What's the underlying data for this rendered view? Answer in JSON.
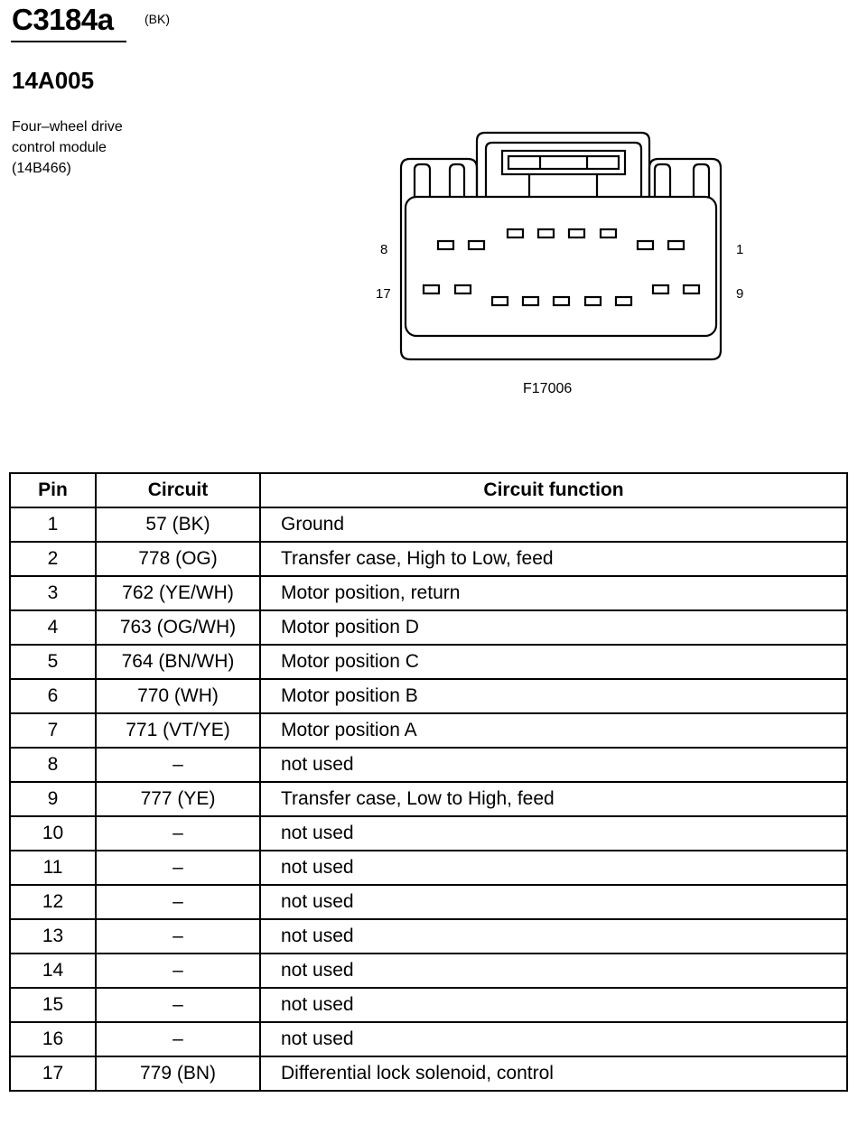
{
  "header": {
    "connector_id": "C3184a",
    "color": "(BK)",
    "part_number": "14A005",
    "description_lines": [
      "Four–wheel drive",
      "control module",
      "(14B466)"
    ]
  },
  "figure": {
    "code": "F17006",
    "pin_labels": {
      "top_left": "8",
      "top_right": "1",
      "bottom_left": "17",
      "bottom_right": "9"
    }
  },
  "table": {
    "headers": [
      "Pin",
      "Circuit",
      "Circuit function"
    ],
    "rows": [
      {
        "pin": "1",
        "circuit": "57 (BK)",
        "function": "Ground"
      },
      {
        "pin": "2",
        "circuit": "778 (OG)",
        "function": "Transfer case, High to Low, feed"
      },
      {
        "pin": "3",
        "circuit": "762 (YE/WH)",
        "function": "Motor position, return"
      },
      {
        "pin": "4",
        "circuit": "763 (OG/WH)",
        "function": "Motor position D"
      },
      {
        "pin": "5",
        "circuit": "764 (BN/WH)",
        "function": "Motor position C"
      },
      {
        "pin": "6",
        "circuit": "770 (WH)",
        "function": "Motor position B"
      },
      {
        "pin": "7",
        "circuit": "771 (VT/YE)",
        "function": "Motor position A"
      },
      {
        "pin": "8",
        "circuit": "–",
        "function": "not used"
      },
      {
        "pin": "9",
        "circuit": "777 (YE)",
        "function": "Transfer case, Low to High, feed"
      },
      {
        "pin": "10",
        "circuit": "–",
        "function": "not used"
      },
      {
        "pin": "11",
        "circuit": "–",
        "function": "not used"
      },
      {
        "pin": "12",
        "circuit": "–",
        "function": "not used"
      },
      {
        "pin": "13",
        "circuit": "–",
        "function": "not used"
      },
      {
        "pin": "14",
        "circuit": "–",
        "function": "not used"
      },
      {
        "pin": "15",
        "circuit": "–",
        "function": "not used"
      },
      {
        "pin": "16",
        "circuit": "–",
        "function": "not used"
      },
      {
        "pin": "17",
        "circuit": "779 (BN)",
        "function": "Differential lock solenoid, control"
      }
    ]
  }
}
